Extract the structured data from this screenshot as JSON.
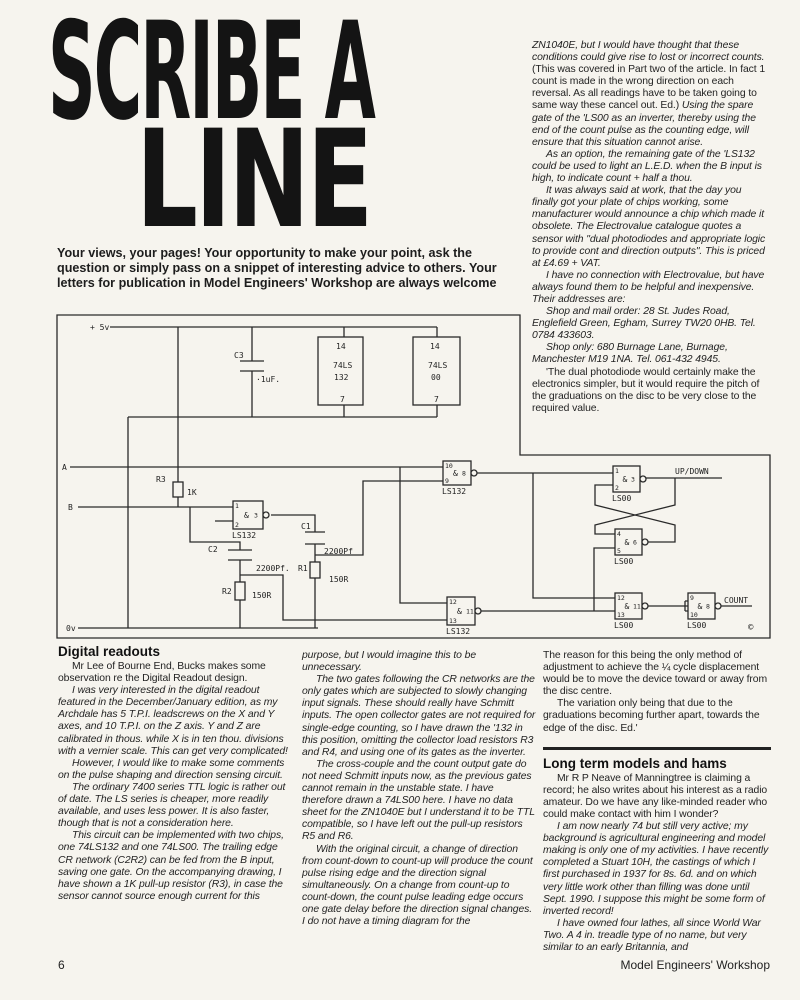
{
  "header": {
    "title_line1": "SCRIBE A",
    "title_line2": "LINE",
    "intro": "Your views, your pages! Your opportunity to make your point, ask the question or simply pass on a snippet of interesting advice to others. Your letters for publication in Model Engineers' Workshop are always welcome"
  },
  "top_right_column": {
    "paragraphs": [
      {
        "noindent": true,
        "segments": [
          {
            "italic": true,
            "text": "ZN1040E, but I would have thought that these conditions could give rise to lost or incorrect counts."
          },
          {
            "italic": false,
            "text": " (This was covered in Part two of the article. In fact 1 count is made in the wrong direction on each reversal. As all readings have to be taken going to same way these cancel out. Ed.) "
          },
          {
            "italic": true,
            "text": "Using the spare gate of the 'LS00 as an inverter, thereby using the end of the count pulse as the counting edge, will ensure that this situation cannot arise."
          }
        ]
      },
      {
        "segments": [
          {
            "italic": true,
            "text": "As an option, the remaining gate of the 'LS132 could be used to light an L.E.D. when the B input is high, to indicate count + half a thou."
          }
        ]
      },
      {
        "segments": [
          {
            "italic": true,
            "text": "It was always said at work, that the day you finally got your plate of chips working, some manufacturer would announce a chip which made it obsolete. The Electrovalue catalogue quotes a sensor with \"dual photodiodes and appropriate logic to provide cont and direction outputs\". This is priced at £4.69 + VAT."
          }
        ]
      },
      {
        "segments": [
          {
            "italic": true,
            "text": "I have no connection with Electrovalue, but have always found them to be helpful and inexpensive. Their addresses are:"
          }
        ]
      },
      {
        "segments": [
          {
            "italic": true,
            "text": "Shop and mail order: 28 St. Judes Road, Englefield Green, Egham, Surrey TW20 0HB. Tel. 0784 433603."
          }
        ]
      },
      {
        "segments": [
          {
            "italic": true,
            "text": "Shop only: 680 Burnage Lane, Burnage, Manchester M19 1NA. Tel. 061-432 4945."
          }
        ]
      },
      {
        "segments": [
          {
            "italic": false,
            "text": "'The dual photodiode would certainly make the electronics simpler, but it would require the pitch of the graduations on the disc to be very close to the required value."
          }
        ]
      }
    ]
  },
  "column1": {
    "heading": "Digital readouts",
    "paragraphs": [
      {
        "segments": [
          {
            "italic": false,
            "text": "Mr Lee of Bourne End, Bucks makes some observation re the Digital Readout design."
          }
        ]
      },
      {
        "segments": [
          {
            "italic": true,
            "text": "I was very interested in the digital readout featured in the December/January edition, as my Archdale has 5 T.P.I. leadscrews on the X and Y axes, and 10 T.P.I. on the Z axis. Y and Z are calibrated in thous. while X is in ten thou. divisions with a vernier scale. This can get very complicated!"
          }
        ]
      },
      {
        "segments": [
          {
            "italic": true,
            "text": "However, I would like to make some comments on the pulse shaping and direction sensing circuit."
          }
        ]
      },
      {
        "segments": [
          {
            "italic": true,
            "text": "The ordinary 7400 series TTL logic is rather out of date. The LS series is cheaper, more readily available, and uses less power. It is also faster, though that is not a consideration here."
          }
        ]
      },
      {
        "segments": [
          {
            "italic": true,
            "text": "This circuit can be implemented with two chips, one 74LS132 and one 74LS00. The trailing edge CR network (C2R2) can be fed from the B input, saving one gate. On the accompanying drawing, I have shown a 1K pull-up resistor (R3), in case the sensor cannot source enough current for this"
          }
        ]
      }
    ]
  },
  "column2": {
    "paragraphs": [
      {
        "noindent": true,
        "segments": [
          {
            "italic": true,
            "text": "purpose, but I would imagine this to be unnecessary."
          }
        ]
      },
      {
        "segments": [
          {
            "italic": true,
            "text": "The two gates following the CR networks are the only gates which are subjected to slowly changing input signals. These should really have Schmitt inputs. The open collector gates are not required for single-edge counting, so I have drawn the '132 in this position, omitting the collector load resistors R3 and R4, and using one of its gates as the inverter."
          }
        ]
      },
      {
        "segments": [
          {
            "italic": true,
            "text": "The cross-couple and the count output gate do not need Schmitt inputs now, as the previous gates cannot remain in the unstable state. I have therefore drawn a 74LS00 here. I have no data sheet for the ZN1040E but I understand it to be TTL compatible, so I have left out the pull-up resistors R5 and R6."
          }
        ]
      },
      {
        "segments": [
          {
            "italic": true,
            "text": "With the original circuit, a change of direction from count-down to count-up will produce the count pulse rising edge and the direction signal simultaneously. On a change from count-up to count-down, the count pulse leading edge occurs one gate delay before the direction signal changes. I do not have a timing diagram for the"
          }
        ]
      }
    ]
  },
  "column3": {
    "paragraphs_before": [
      {
        "noindent": true,
        "segments": [
          {
            "italic": false,
            "text": "The reason for this being the only method of adjustment to achieve the ¼ cycle displacement would be to move the device toward or away from the disc centre."
          }
        ]
      },
      {
        "segments": [
          {
            "italic": false,
            "text": "The variation only being that due to the graduations becoming further apart, towards the edge of the disc. Ed.'"
          }
        ]
      }
    ],
    "heading": "Long term models and hams",
    "paragraphs": [
      {
        "segments": [
          {
            "italic": false,
            "text": "Mr R P Neave of Manningtree is claiming a record; he also writes about his interest as a radio amateur. Do we have any like-minded reader who could make contact with him I wonder?"
          }
        ]
      },
      {
        "segments": [
          {
            "italic": true,
            "text": "I am now nearly 74 but still very active; my background is agricultural engineering and model making is only one of my activities. I have recently completed a Stuart 10H, the castings of which I first purchased in 1937 for 8s. 6d. and on which very little work other than filling was done until Sept. 1990. I suppose this might be some form of inverted record!"
          }
        ]
      },
      {
        "segments": [
          {
            "italic": true,
            "text": "I have owned four lathes, all since World War Two. A 4 in. treadle type of no name, but very similar to an early Britannia, and"
          }
        ]
      }
    ]
  },
  "schematic": {
    "plus5v": "+ 5v",
    "zero_v": "0v",
    "input_a": "A",
    "input_b": "B",
    "c3": "C3",
    "c3_value": "·1uF.",
    "ic1_pin14": "14",
    "ic1_name1": "74LS",
    "ic1_name2": "132",
    "ic1_pin7": "7",
    "ic2_pin14": "14",
    "ic2_name1": "74LS",
    "ic2_name2": "00",
    "ic2_pin7": "7",
    "r3": "R3",
    "r3_value": "1K",
    "c1": "C1",
    "c1_value": "2200Pf",
    "r1": "R1",
    "r1_value": "150R",
    "c2": "C2",
    "c2_value": "2200Pf.",
    "r2": "R2",
    "r2_value": "150R",
    "gate_symbol": "&",
    "g0_pins": [
      "1",
      "2",
      "3"
    ],
    "g0_label": "LS132",
    "g1_pins": [
      "10",
      "9",
      "8"
    ],
    "g1_label": "LS132",
    "g2_pins": [
      "12",
      "13",
      "11"
    ],
    "g2_label": "LS132",
    "g3_pins": [
      "1",
      "2",
      "3"
    ],
    "g3_label": "LS00",
    "g4_pins": [
      "4",
      "5",
      "6"
    ],
    "g4_label": "LS00",
    "g5_pins": [
      "12",
      "13",
      "11"
    ],
    "g5_label": "LS00",
    "g6_pins": [
      "9",
      "10",
      "8"
    ],
    "g6_label": "LS00",
    "up_down": "UP/DOWN",
    "count": "COUNT",
    "copyright": "©"
  },
  "footer": {
    "page_number": "6",
    "magazine": "Model Engineers' Workshop"
  }
}
